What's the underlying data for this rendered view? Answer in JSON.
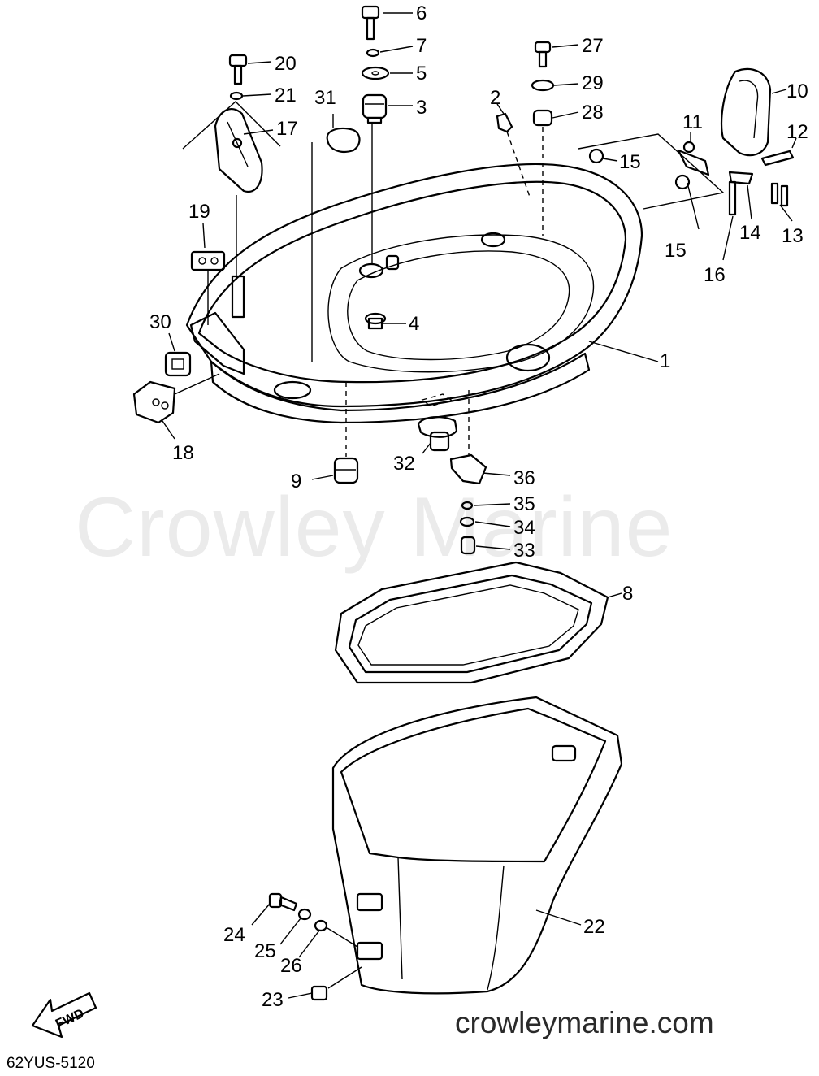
{
  "watermark": "Crowley Marine",
  "site": "crowleymarine.com",
  "diagram_code": "62YUS-5120",
  "fwd_label": "FWD",
  "callouts": {
    "c1": "1",
    "c2": "2",
    "c3": "3",
    "c4": "4",
    "c5": "5",
    "c6": "6",
    "c7": "7",
    "c8": "8",
    "c9": "9",
    "c10": "10",
    "c11": "11",
    "c12": "12",
    "c13": "13",
    "c14": "14",
    "c15a": "15",
    "c15b": "15",
    "c16": "16",
    "c17": "17",
    "c18": "18",
    "c19": "19",
    "c20": "20",
    "c21": "21",
    "c22": "22",
    "c23": "23",
    "c24": "24",
    "c25": "25",
    "c26": "26",
    "c27": "27",
    "c28": "28",
    "c29": "29",
    "c30": "30",
    "c31": "31",
    "c32": "32",
    "c33": "33",
    "c34": "34",
    "c35": "35",
    "c36": "36"
  }
}
